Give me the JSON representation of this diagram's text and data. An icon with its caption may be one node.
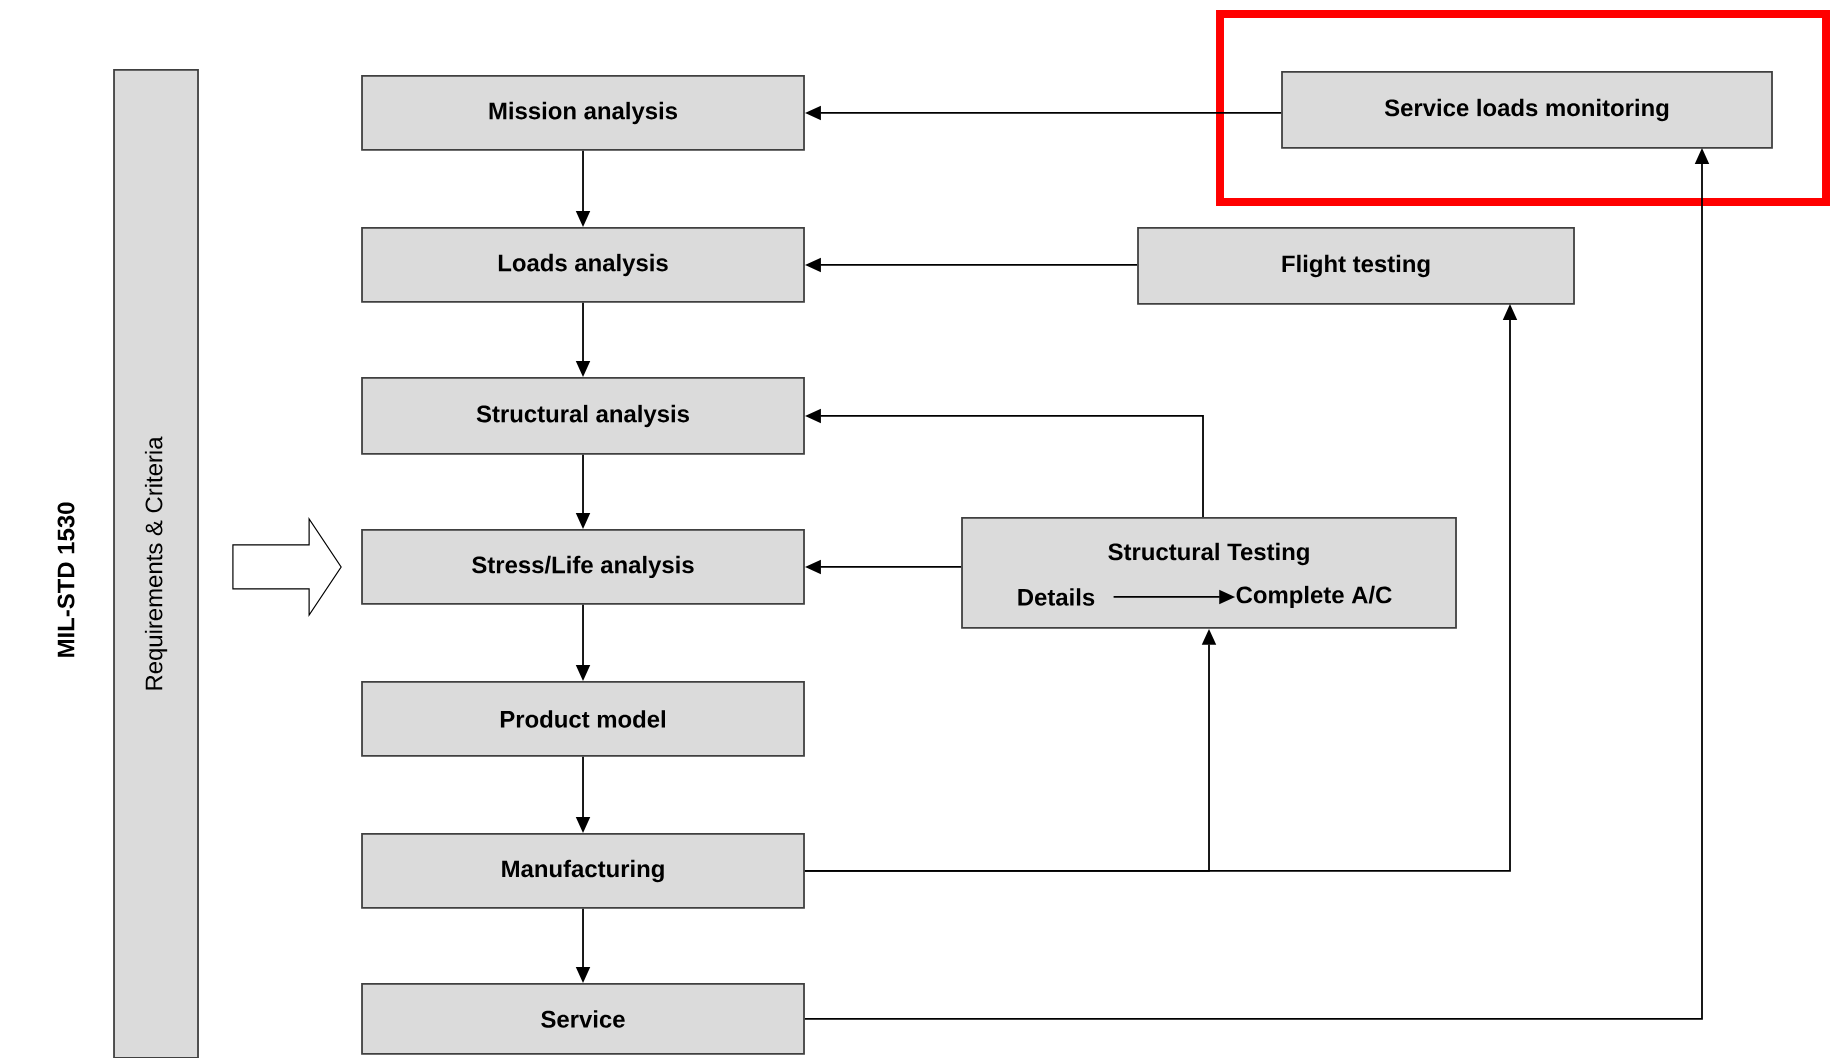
{
  "diagram": {
    "nodes": [
      {
        "text": [
          "Requirements & Criteria"
        ]
      },
      {
        "text": [
          "Mission analysis"
        ]
      },
      {
        "text": [
          "Loads analysis"
        ]
      },
      {
        "text": [
          "Structural analysis"
        ]
      },
      {
        "text": [
          "Stress/Life analysis"
        ]
      },
      {
        "text": [
          "Product model"
        ]
      },
      {
        "text": [
          "Manufacturing"
        ]
      },
      {
        "text": [
          "Service"
        ]
      },
      {
        "text": [],
        "shape": "box"
      },
      {
        "text": [
          "Service loads monitoring"
        ],
        "in": 8
      },
      {
        "text": [
          "Flight testing"
        ]
      },
      {
        "text": [
          "Structural Testing"
        ]
      },
      {
        "text": [
          "Details"
        ],
        "in": 11
      },
      {
        "text": [
          "Complete A/C"
        ],
        "in": 11
      }
    ],
    "edges": [
      {
        "from": 1,
        "to": 2,
        "arrow": "to"
      },
      {
        "from": 2,
        "to": 3,
        "arrow": "to"
      },
      {
        "from": 3,
        "to": 4,
        "arrow": "to"
      },
      {
        "from": 4,
        "to": 5,
        "arrow": "to"
      },
      {
        "from": 5,
        "to": 6,
        "arrow": "to"
      },
      {
        "from": 6,
        "to": 7,
        "arrow": "to"
      },
      {
        "from": 9,
        "to": 1,
        "arrow": "to"
      },
      {
        "from": 10,
        "to": 2,
        "arrow": "to"
      },
      {
        "from": 11,
        "to": 3,
        "arrow": "to"
      },
      {
        "from": 11,
        "to": 4,
        "arrow": "to"
      },
      {
        "from": 6,
        "to": 11,
        "arrow": "to"
      },
      {
        "from": 6,
        "to": 10,
        "arrow": "to"
      },
      {
        "from": 7,
        "to": 9,
        "arrow": "to"
      },
      {
        "from": 12,
        "to": 13,
        "arrow": "to"
      },
      {
        "from": 0,
        "to": 4,
        "arrow": "to",
        "style": "thick"
      }
    ],
    "labels": [
      "MIL-STD 1530"
    ]
  }
}
